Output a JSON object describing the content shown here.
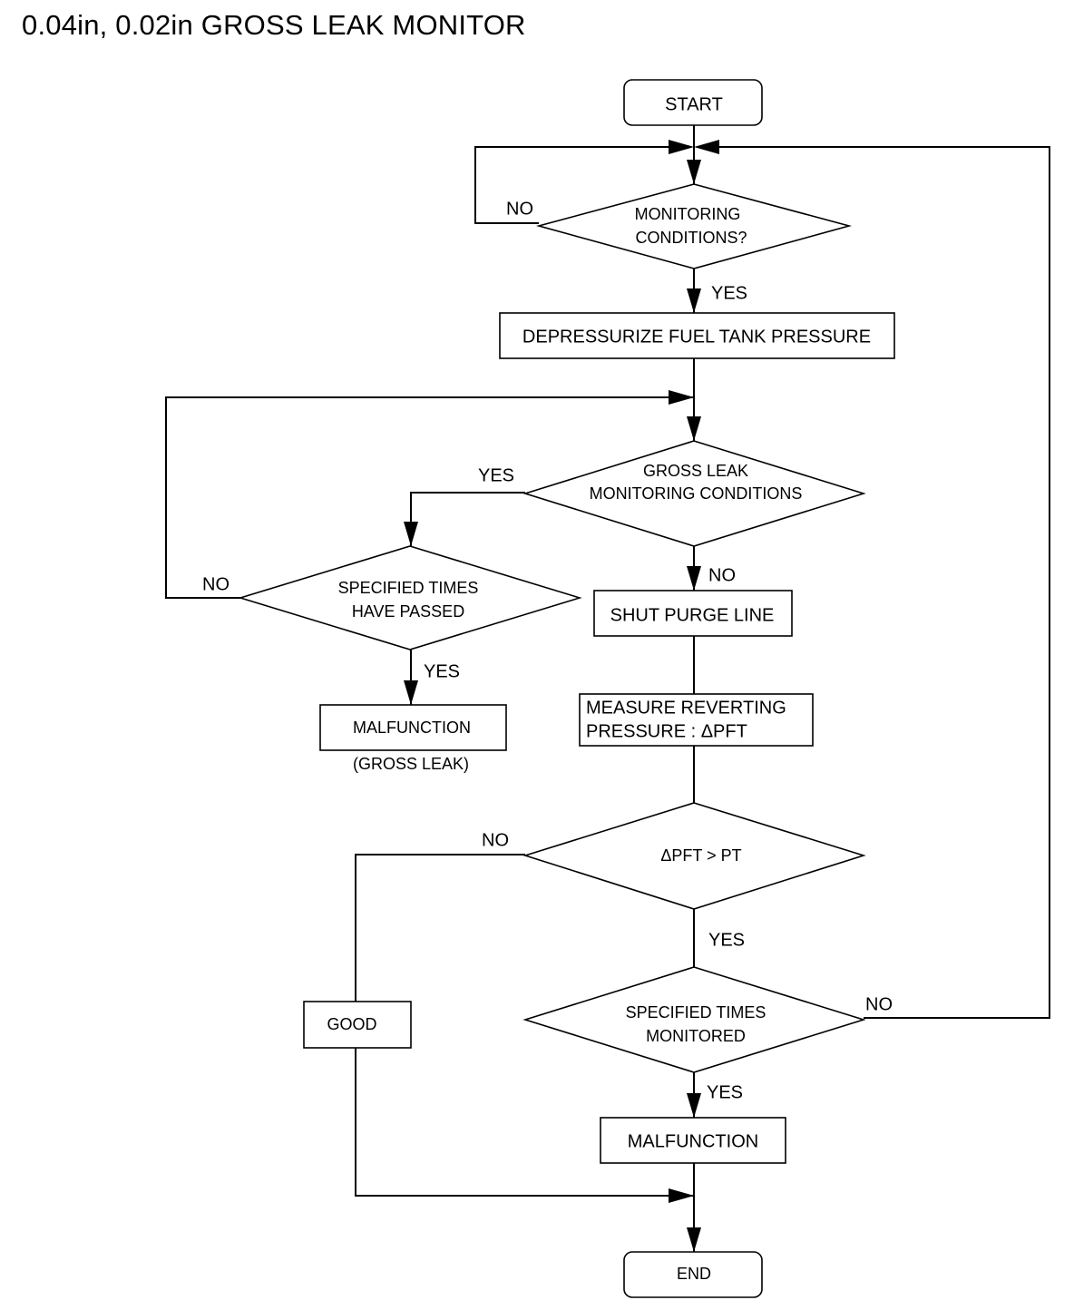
{
  "title": "0.04in, 0.02in GROSS LEAK MONITOR",
  "nodes": {
    "start": "START",
    "monitoring_conditions": [
      "MONITORING",
      "CONDITIONS?"
    ],
    "depressurize": "DEPRESSURIZE FUEL TANK PRESSURE",
    "gross_leak_conditions": [
      "GROSS LEAK",
      "MONITORING CONDITIONS"
    ],
    "specified_times_passed": [
      "SPECIFIED TIMES",
      "HAVE PASSED"
    ],
    "malfunction_gross": "MALFUNCTION",
    "malfunction_gross_note": "(GROSS LEAK)",
    "shut_purge": "SHUT PURGE LINE",
    "measure_reverting": [
      "MEASURE REVERTING",
      "PRESSURE : ΔPFT"
    ],
    "pft_compare": "ΔPFT > PT",
    "specified_times_monitored": [
      "SPECIFIED TIMES",
      "MONITORED"
    ],
    "good": "GOOD",
    "malfunction": "MALFUNCTION",
    "end": "END"
  },
  "labels": {
    "monitoring_no": "NO",
    "monitoring_yes": "YES",
    "gross_yes": "YES",
    "gross_no": "NO",
    "times_passed_no": "NO",
    "times_passed_yes": "YES",
    "pft_no": "NO",
    "pft_yes": "YES",
    "monitored_no": "NO",
    "monitored_yes": "YES"
  }
}
